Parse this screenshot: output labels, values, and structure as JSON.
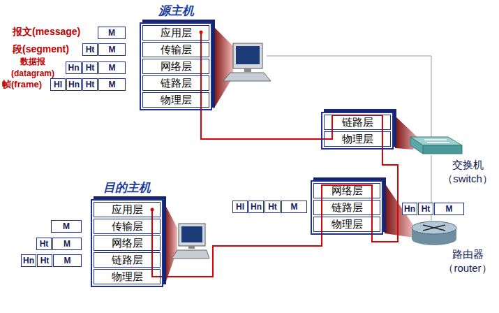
{
  "diagram": {
    "nodes": [
      {
        "text": [
          "源主机"
        ]
      },
      {
        "text": [
          "应用层"
        ],
        "in": 0
      },
      {
        "text": [
          "传输层"
        ],
        "in": 0
      },
      {
        "text": [
          "网络层"
        ],
        "in": 0
      },
      {
        "text": [
          "链路层"
        ],
        "in": 0
      },
      {
        "text": [
          "物理层"
        ],
        "in": 0
      },
      {
        "text": [
          "M"
        ]
      },
      {
        "text": [
          "Ht"
        ]
      },
      {
        "text": [
          "M"
        ]
      },
      {
        "text": [
          "Hn"
        ]
      },
      {
        "text": [
          "Ht"
        ]
      },
      {
        "text": [
          "M"
        ]
      },
      {
        "text": [
          "Hl"
        ]
      },
      {
        "text": [
          "Hn"
        ]
      },
      {
        "text": [
          "Ht"
        ]
      },
      {
        "text": [
          "M"
        ]
      },
      {
        "text": []
      },
      {
        "text": [
          "链路层"
        ],
        "in": 16
      },
      {
        "text": [
          "物理层"
        ],
        "in": 16
      },
      {
        "text": []
      },
      {
        "text": [
          "网络层"
        ],
        "in": 19
      },
      {
        "text": [
          "链路层"
        ],
        "in": 19
      },
      {
        "text": [
          "物理层"
        ],
        "in": 19
      },
      {
        "text": [
          "目的主机"
        ]
      },
      {
        "text": [
          "应用层"
        ],
        "in": 23
      },
      {
        "text": [
          "传输层"
        ],
        "in": 23
      },
      {
        "text": [
          "网络层"
        ],
        "in": 23
      },
      {
        "text": [
          "链路层"
        ],
        "in": 23
      },
      {
        "text": [
          "物理层"
        ],
        "in": 23
      },
      {
        "text": [
          "Hl"
        ]
      },
      {
        "text": [
          "Hn"
        ]
      },
      {
        "text": [
          "Ht"
        ]
      },
      {
        "text": [
          "M"
        ]
      },
      {
        "text": [
          "Hn"
        ]
      },
      {
        "text": [
          "Ht"
        ]
      },
      {
        "text": [
          "M"
        ]
      },
      {
        "text": [
          "M"
        ]
      },
      {
        "text": [
          "Ht"
        ]
      },
      {
        "text": [
          "M"
        ]
      },
      {
        "text": [
          "Hn"
        ]
      },
      {
        "text": [
          "Ht"
        ]
      },
      {
        "text": [
          "M"
        ]
      }
    ],
    "edges": [
      {
        "from": 5,
        "to": 18,
        "arrow": "none"
      },
      {
        "from": 18,
        "to": 22,
        "arrow": "none"
      },
      {
        "from": 22,
        "to": 28,
        "arrow": "none"
      }
    ],
    "labels": [
      "报文(message)",
      "段(segment)",
      "数据报 (datagram)",
      "帧(frame)",
      "交换机 （switch）",
      "路由器 （router）"
    ]
  }
}
